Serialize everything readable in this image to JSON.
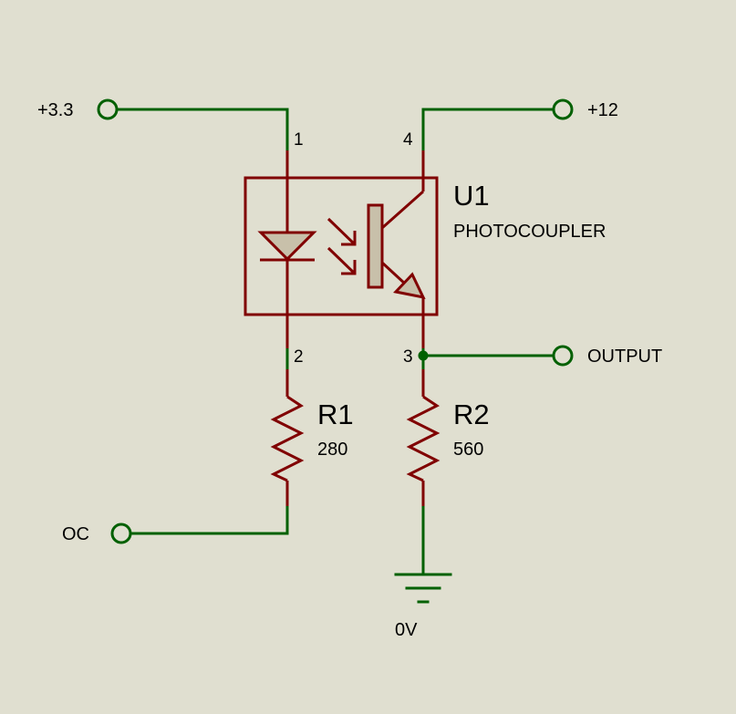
{
  "colors": {
    "background": "#e0dfd0",
    "wire": "#006000",
    "component": "#800000",
    "component_fill": "#c8c0aa",
    "text": "#000000"
  },
  "terminals": {
    "vin": "+3.3",
    "vcc": "+12",
    "output": "OUTPUT",
    "control": "OC",
    "ground": "0V"
  },
  "u1": {
    "ref": "U1",
    "value": "PHOTOCOUPLER",
    "pins": {
      "p1": "1",
      "p2": "2",
      "p3": "3",
      "p4": "4"
    }
  },
  "r1": {
    "ref": "R1",
    "value": "280"
  },
  "r2": {
    "ref": "R2",
    "value": "560"
  }
}
